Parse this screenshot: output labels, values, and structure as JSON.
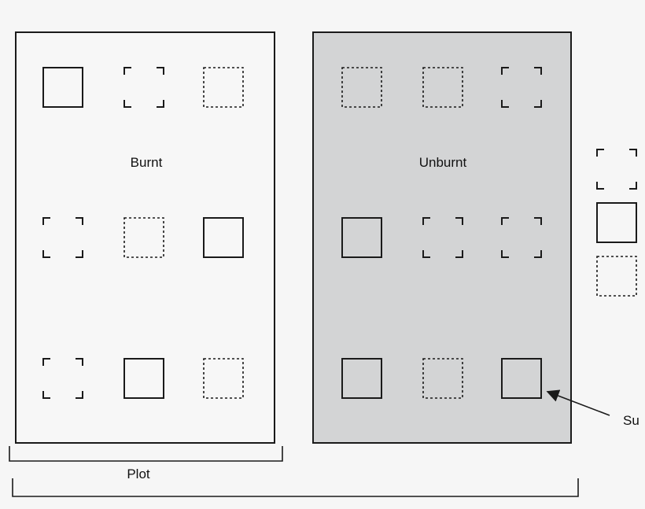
{
  "labels": {
    "burnt": "Burnt",
    "unburnt": "Unburnt",
    "plot": "Plot",
    "cut_off_callout": "Su"
  },
  "colors": {
    "background": "#f6f6f6",
    "burnt_plot_fill": "#f7f7f7",
    "unburnt_plot_fill": "#d3d4d5",
    "stroke": "#1a1a1a"
  },
  "quadrat_styles": [
    "solid",
    "corner",
    "dashed"
  ],
  "plots": {
    "burnt": [
      [
        "solid",
        "corner",
        "dashed"
      ],
      [
        "corner",
        "dashed",
        "solid"
      ],
      [
        "corner",
        "solid",
        "dashed"
      ]
    ],
    "unburnt": [
      [
        "dashed",
        "dashed",
        "corner"
      ],
      [
        "solid",
        "corner",
        "corner"
      ],
      [
        "solid",
        "dashed",
        "solid"
      ]
    ]
  },
  "legend_items": [
    "corner",
    "solid",
    "dashed"
  ]
}
